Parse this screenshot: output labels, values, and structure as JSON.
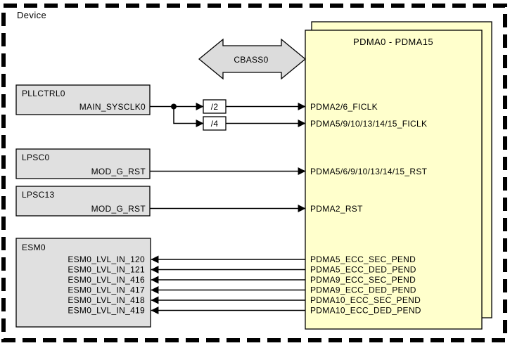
{
  "device": {
    "label": "Device"
  },
  "cbass0": {
    "label": "CBASS0"
  },
  "pdma": {
    "title": "PDMA0 - PDMA15",
    "ficlk_signals": [
      "PDMA2/6_FICLK",
      "PDMA5/9/10/13/14/15_FICLK"
    ],
    "rst_signals": [
      "PDMA5/6/9/10/13/14/15_RST",
      "PDMA2_RST"
    ],
    "ecc_signals": [
      "PDMA5_ECC_SEC_PEND",
      "PDMA5_ECC_DED_PEND",
      "PDMA9_ECC_SEC_PEND",
      "PDMA9_ECC_DED_PEND",
      "PDMA10_ECC_SEC_PEND",
      "PDMA10_ECC_DED_PEND"
    ]
  },
  "pllctrl0": {
    "title": "PLLCTRL0",
    "port": "MAIN_SYSCLK0"
  },
  "dividers": {
    "div2": "/2",
    "div4": "/4"
  },
  "lpsc0": {
    "title": "LPSC0",
    "port": "MOD_G_RST"
  },
  "lpsc13": {
    "title": "LPSC13",
    "port": "MOD_G_RST"
  },
  "esm0": {
    "title": "ESM0",
    "ports": [
      "ESM0_LVL_IN_120",
      "ESM0_LVL_IN_121",
      "ESM0_LVL_IN_416",
      "ESM0_LVL_IN_417",
      "ESM0_LVL_IN_418",
      "ESM0_LVL_IN_419"
    ]
  },
  "colors": {
    "block_fill": "#e0e0e0",
    "pdma_fill": "#ffffcc",
    "arrow_fill": "#dcdcdc",
    "divider_fill": "#ffffff",
    "line": "#000000",
    "background": "#ffffff"
  }
}
